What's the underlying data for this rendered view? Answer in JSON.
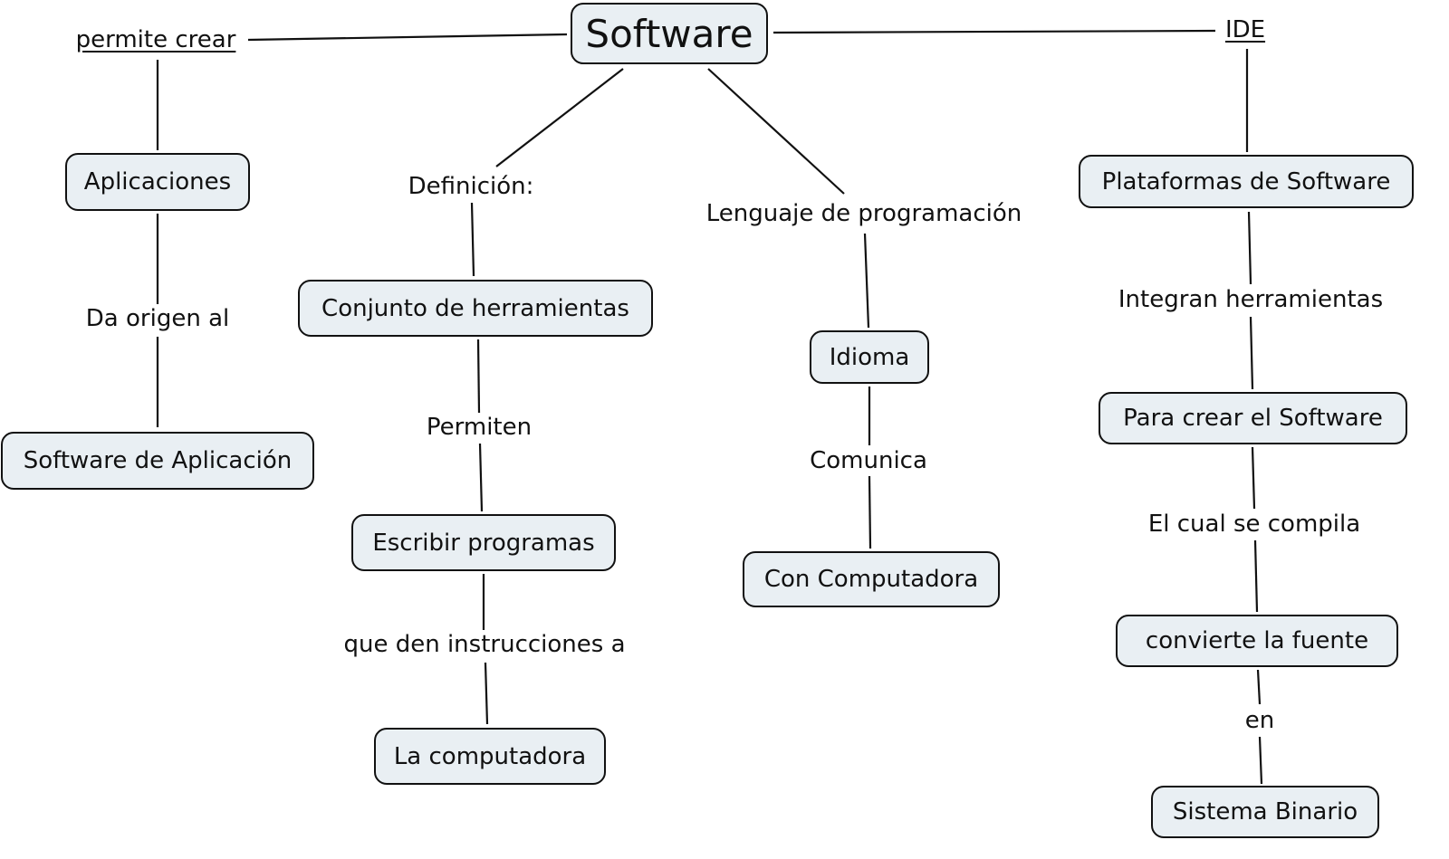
{
  "root": {
    "label": "Software"
  },
  "branches": [
    {
      "id": "aplicaciones",
      "link_label": "permite crear",
      "link_is_hyperlink": true,
      "nodes": [
        {
          "label": "Aplicaciones"
        },
        {
          "link": "Da origen al",
          "label": "Software de Aplicación"
        }
      ]
    },
    {
      "id": "definicion",
      "link_label": "Definición:",
      "link_is_hyperlink": false,
      "nodes": [
        {
          "label": "Conjunto de herramientas"
        },
        {
          "link": "Permiten",
          "label": "Escribir programas"
        },
        {
          "link": "que den instrucciones a",
          "label": "La computadora"
        }
      ]
    },
    {
      "id": "lenguaje",
      "link_label": "Lenguaje de programación",
      "link_is_hyperlink": false,
      "nodes": [
        {
          "label": "Idioma"
        },
        {
          "link": "Comunica",
          "label": "Con Computadora"
        }
      ]
    },
    {
      "id": "ide",
      "link_label": "IDE",
      "link_is_hyperlink": true,
      "nodes": [
        {
          "label": "Plataformas de Software"
        },
        {
          "link": "Integran herramientas",
          "label": "Para crear el Software"
        },
        {
          "link": "El cual se compila",
          "label": "convierte la fuente"
        },
        {
          "link": "en",
          "label": "Sistema Binario"
        }
      ]
    }
  ],
  "colors": {
    "node_fill": "#e9eff3",
    "node_border": "#111111",
    "line": "#111111",
    "background": "#ffffff"
  }
}
